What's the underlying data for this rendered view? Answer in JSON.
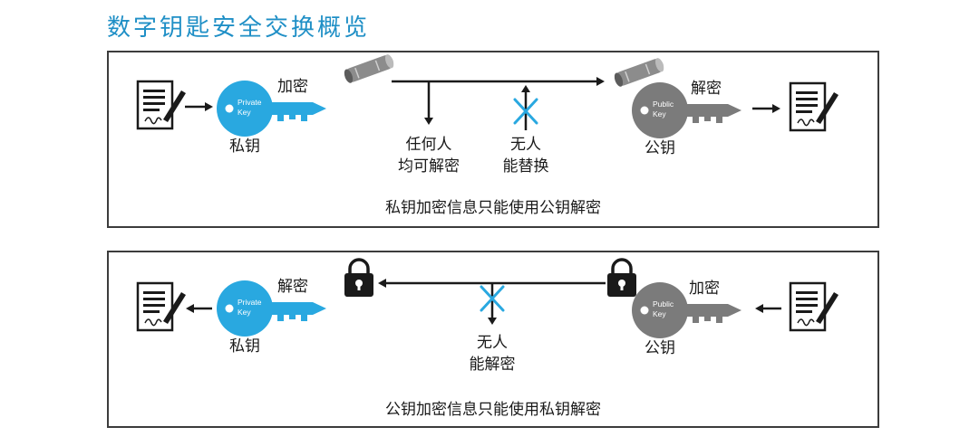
{
  "title": "数字钥匙安全交换概览",
  "panel1": {
    "encrypt_label": "加密",
    "private_key": {
      "text_line1": "Private",
      "text_line2": "Key",
      "caption": "私钥"
    },
    "anyone_line1": "任何人",
    "anyone_line2": "均可解密",
    "no_replace_line1": "无人",
    "no_replace_line2": "能替换",
    "decrypt_label": "解密",
    "public_key": {
      "text_line1": "Public",
      "text_line2": "Key",
      "caption": "公钥"
    },
    "footer": "私钥加密信息只能使用公钥解密"
  },
  "panel2": {
    "decrypt_label": "解密",
    "private_key": {
      "text_line1": "Private",
      "text_line2": "Key",
      "caption": "私钥"
    },
    "no_decrypt_line1": "无人",
    "no_decrypt_line2": "能解密",
    "encrypt_label": "加密",
    "public_key": {
      "text_line1": "Public",
      "text_line2": "Key",
      "caption": "公钥"
    },
    "footer": "公钥加密信息只能使用私钥解密"
  },
  "colors": {
    "title": "#1f8fc6",
    "private_key": "#29a8e0",
    "public_key": "#7b7b7b",
    "cross": "#29a8e0",
    "line": "#1a1a1a",
    "border": "#3c3c3c"
  },
  "icons": [
    "document-icon",
    "private-key-icon",
    "public-key-icon",
    "scroll-certificate-icon",
    "padlock-icon",
    "cross-mark-icon",
    "arrow-icon"
  ]
}
